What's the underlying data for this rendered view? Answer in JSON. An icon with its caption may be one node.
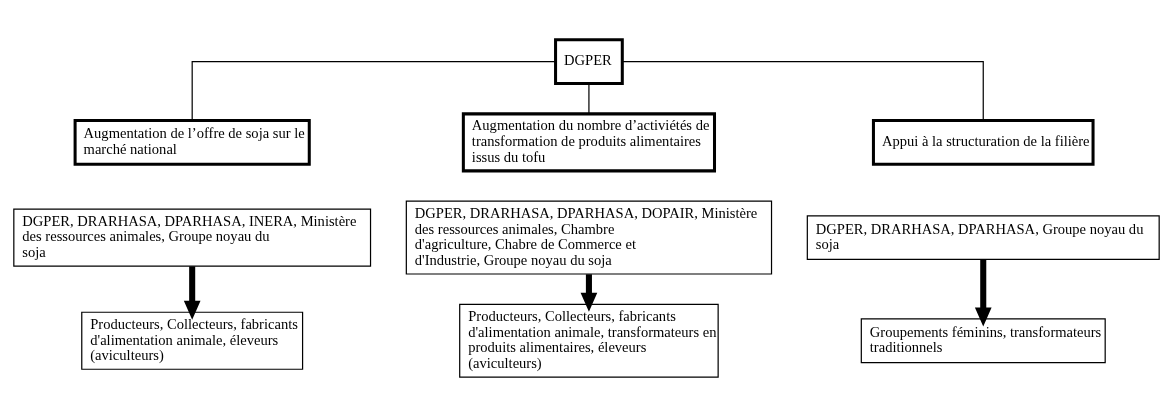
{
  "diagram": {
    "nodes": [
      {
        "text": [
          "DGPER"
        ]
      },
      {
        "text": [
          "Augmentation de l’offre de soja sur le marché national"
        ]
      },
      {
        "text": [
          "Augmentation du nombre d’activiétés de transformation de produits alimentaires issus du tofu"
        ]
      },
      {
        "text": [
          "Appui à la structuration de la filière"
        ]
      },
      {
        "text": [
          "DGPER, DRARHASA, DPARHASA, INERA, Ministère des ressources animales, Groupe noyau du soja"
        ]
      },
      {
        "text": [
          "DGPER, DRARHASA, DPARHASA, DOPAIR, Ministère des ressources animales, Chambre d'agriculture, Chabre de Commerce et d'Industrie, Groupe noyau du soja"
        ]
      },
      {
        "text": [
          "DGPER, DRARHASA, DPARHASA, Groupe noyau du soja"
        ]
      },
      {
        "text": [
          "Producteurs, Collecteurs, fabricants d'alimentation animale, éleveurs (aviculteurs)"
        ]
      },
      {
        "text": [
          "Producteurs, Collecteurs, fabricants d'alimentation animale, transformateurs en produits alimentaires, éleveurs (aviculteurs)"
        ]
      },
      {
        "text": [
          "Groupements féminins, transformateurs traditionnels"
        ]
      }
    ],
    "edges": [
      {
        "from": 0,
        "to": 1,
        "arrow": "none"
      },
      {
        "from": 0,
        "to": 2,
        "arrow": "none"
      },
      {
        "from": 0,
        "to": 3,
        "arrow": "none"
      },
      {
        "from": 4,
        "to": 7,
        "arrow": "to",
        "style": "thick"
      },
      {
        "from": 5,
        "to": 8,
        "arrow": "to",
        "style": "thick"
      },
      {
        "from": 6,
        "to": 9,
        "arrow": "to",
        "style": "thick"
      }
    ]
  }
}
